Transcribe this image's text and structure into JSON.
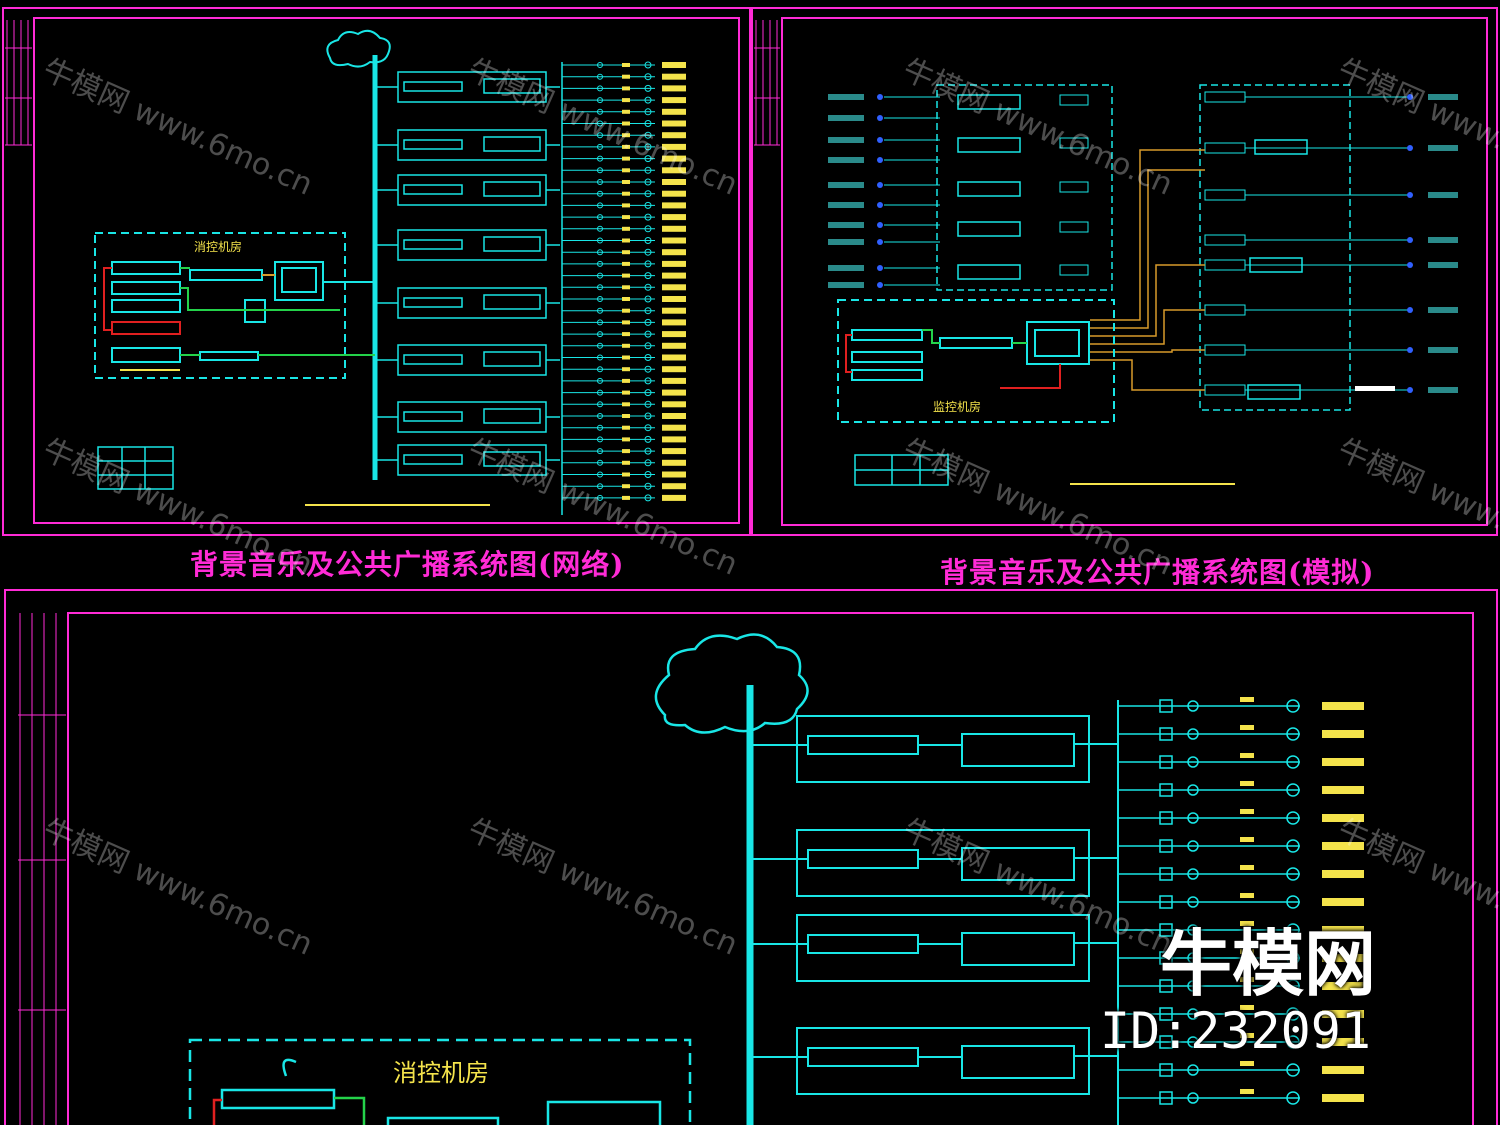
{
  "captions": {
    "network": "背景音乐及公共广播系统图(网络)",
    "analog": "背景音乐及公共广播系统图(模拟)"
  },
  "rooms": {
    "top_left": "消控机房",
    "top_right": "监控机房",
    "bottom": "消控机房"
  },
  "brand": {
    "logo": "牛模网",
    "id": "ID:232091"
  },
  "watermark": {
    "cn": "牛模网",
    "url": "www.6mo.cn"
  },
  "colors": {
    "frame": "#ff2bd6",
    "cad_line": "#19e6e6",
    "speaker": "#f4e34b",
    "accent_red": "#e02020",
    "accent_green": "#24d24a",
    "accent_orange": "#d89a2a",
    "accent_blue": "#3060ff"
  }
}
